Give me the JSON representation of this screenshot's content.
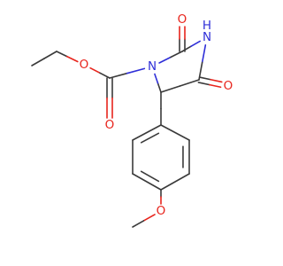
{
  "atoms": {
    "o_ester_ether": "O",
    "o_ester_carbonyl": "O",
    "n1": "N",
    "nh": "N",
    "h_on_n": "H",
    "o_c2": "O",
    "o_c4": "O",
    "o_methoxy": "O"
  },
  "colors": {
    "bond": "#3a3a3a",
    "oxygen": "#e8241c",
    "nitrogen": "#2f2fd8",
    "background": "#ffffff"
  }
}
